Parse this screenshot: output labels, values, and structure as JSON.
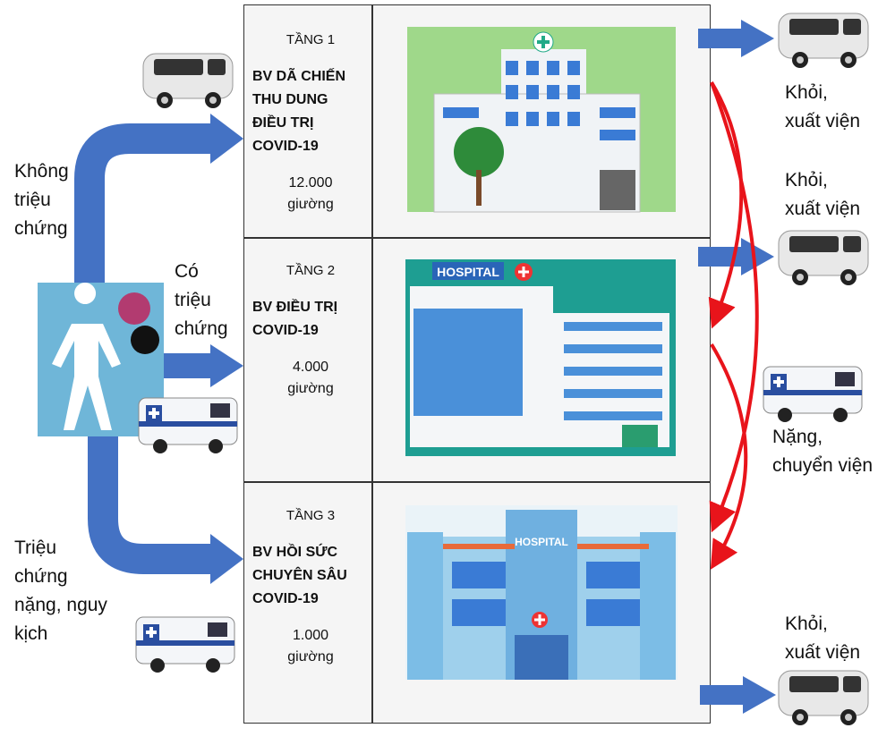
{
  "tiers": [
    {
      "label": "TẦNG 1",
      "name": [
        "BV DÃ CHIẾN",
        "THU DUNG",
        "ĐIỀU TRỊ",
        "COVID-19"
      ],
      "beds": "12.000",
      "beds_unit": "giường"
    },
    {
      "label": "TẦNG 2",
      "name": [
        "BV ĐIỀU TRỊ",
        "COVID-19"
      ],
      "beds": "4.000",
      "beds_unit": "giường",
      "sign": "HOSPITAL"
    },
    {
      "label": "TẦNG 3",
      "name": [
        "BV HỒI SỨC",
        "CHUYÊN SÂU",
        "COVID-19"
      ],
      "beds": "1.000",
      "beds_unit": "giường",
      "sign": "HOSPITAL"
    }
  ],
  "left_labels": {
    "asymptomatic": [
      "Không",
      "triệu",
      "chứng"
    ],
    "symptomatic": [
      "Có",
      "triệu",
      "chứng"
    ],
    "severe": [
      "Triệu",
      "chứng",
      "nặng, nguy",
      "kịch"
    ]
  },
  "right_labels": {
    "discharge1": [
      "Khỏi,",
      "xuất viện"
    ],
    "discharge2": [
      "Khỏi,",
      "xuất viện"
    ],
    "transfer": [
      "Nặng,",
      "chuyển viện"
    ],
    "discharge3": [
      "Khỏi,",
      "xuất viện"
    ]
  },
  "colors": {
    "arrow_blue": "#4472c4",
    "arrow_red": "#e8141b",
    "tier1_bg": "#9fd88a",
    "tier2_bg": "#1e9e92",
    "tier3_bg": "#eaf3f8"
  }
}
